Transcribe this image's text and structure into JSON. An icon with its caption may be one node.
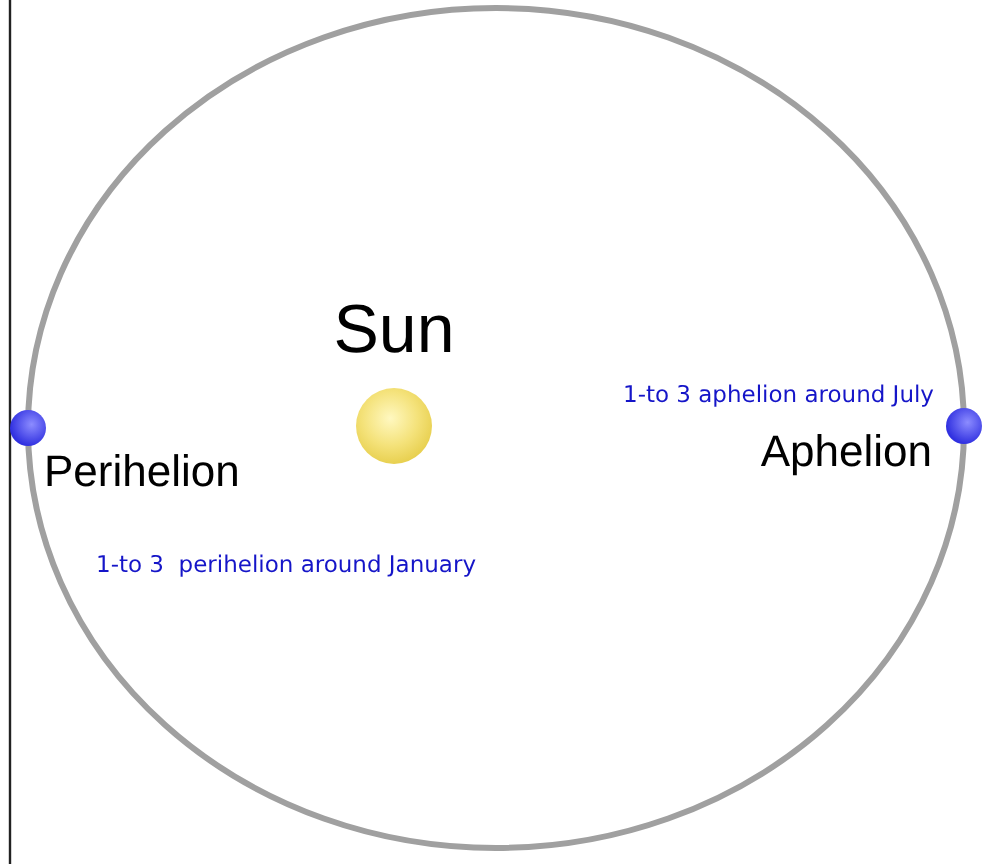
{
  "diagram": {
    "nodes": [
      {
        "text": [
          "Sun"
        ]
      },
      {
        "text": [
          "Perihelion"
        ]
      },
      {
        "text": [
          "Aphelion"
        ]
      }
    ],
    "labels": [
      "1-to 3 aphelion around July",
      "1-to 3  perihelion around January"
    ]
  }
}
